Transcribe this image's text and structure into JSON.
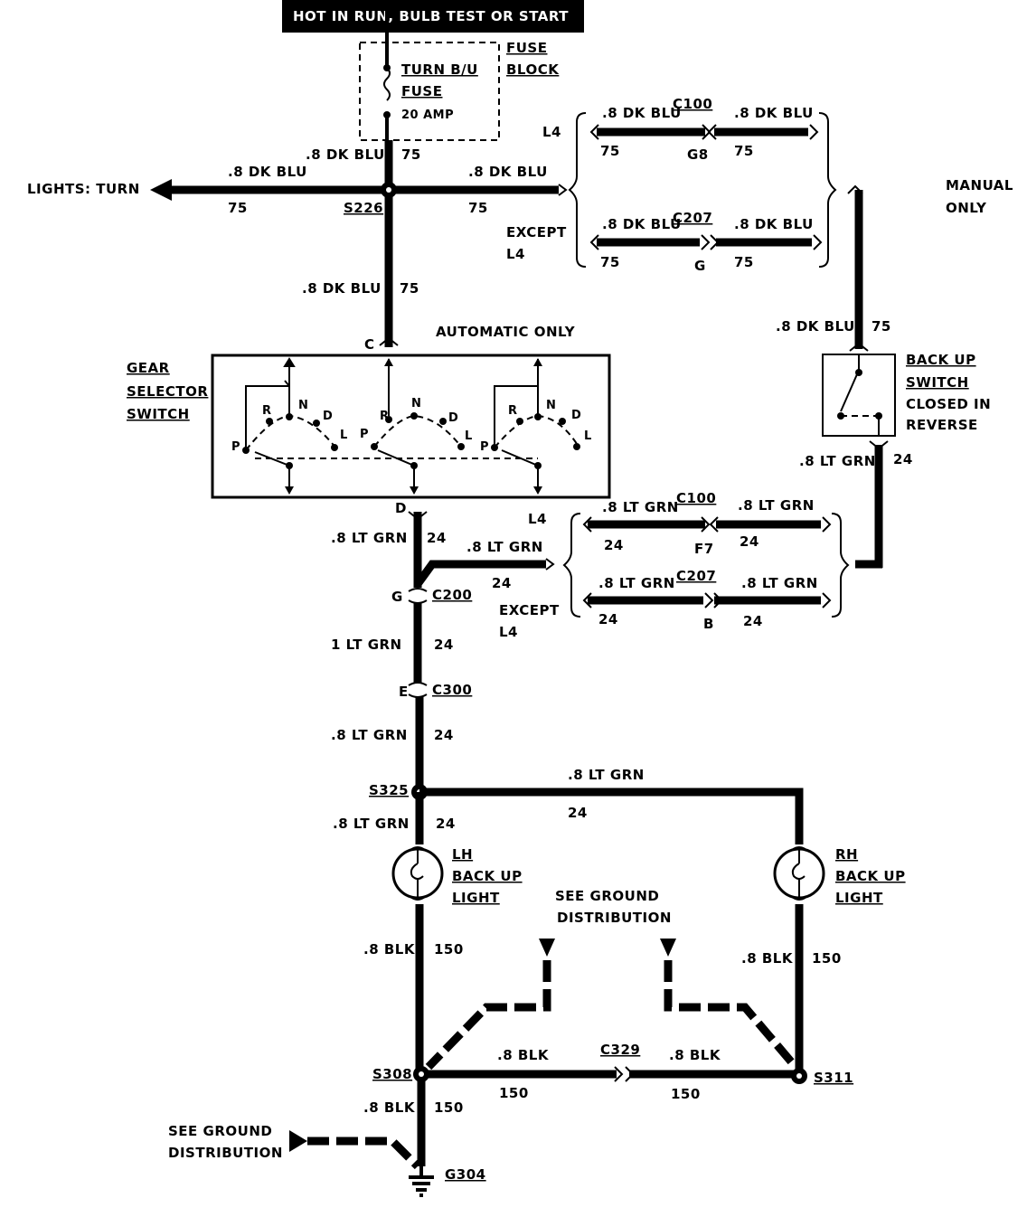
{
  "header": "HOT IN RUN,   BULB TEST OR START",
  "fuse_block": {
    "fuse_name_1": "TURN B/U",
    "fuse_name_2": "FUSE",
    "fuse_rating": "20 AMP",
    "label_1": "FUSE",
    "label_2": "BLOCK"
  },
  "wire_dk_blu": ".8 DK BLU",
  "wire_dk_blu_num": "75",
  "lights_turn": "LIGHTS: TURN",
  "s226": "S226",
  "manual": {
    "line1": "MANUAL",
    "line2": "ONLY"
  },
  "l4": "L4",
  "except_l4": {
    "line1": "EXCEPT",
    "line2": "L4"
  },
  "c100": "C100",
  "c100_pin_blu": "G8",
  "c100_pin_grn": "F7",
  "c207": "C207",
  "c207_pin_blu": "G",
  "c207_pin_grn": "B",
  "automatic_only": "AUTOMATIC  ONLY",
  "gear_selector": {
    "line1": "GEAR",
    "line2": "SELECTOR",
    "line3": "SWITCH"
  },
  "gear_pin_in": "C",
  "gear_pin_out": "D",
  "gear_positions": {
    "p": "P",
    "r": "R",
    "n": "N",
    "d": "D",
    "l": "L"
  },
  "backup_switch": {
    "line1": "BACK UP",
    "line2": "SWITCH",
    "line3": "CLOSED IN",
    "line4": "REVERSE"
  },
  "wire_lt_grn": ".8 LT GRN",
  "wire_lt_grn_1": "1 LT GRN",
  "wire_lt_grn_num": "24",
  "c200": "C200",
  "c200_pin": "G",
  "c300": "C300",
  "c300_pin": "E",
  "s325": "S325",
  "lh_light": {
    "line1": "LH",
    "line2": "BACK UP",
    "line3": "LIGHT"
  },
  "rh_light": {
    "line1": "RH",
    "line2": "BACK UP",
    "line3": "LIGHT"
  },
  "see_ground_dist": {
    "line1": "SEE GROUND",
    "line2": "DISTRIBUTION"
  },
  "wire_blk": ".8 BLK",
  "wire_blk_num": "150",
  "s308": "S308",
  "s311": "S311",
  "c329": "C329",
  "see_ground_left": {
    "line1": "SEE GROUND",
    "line2": "DISTRIBUTION"
  },
  "g304": "G304"
}
